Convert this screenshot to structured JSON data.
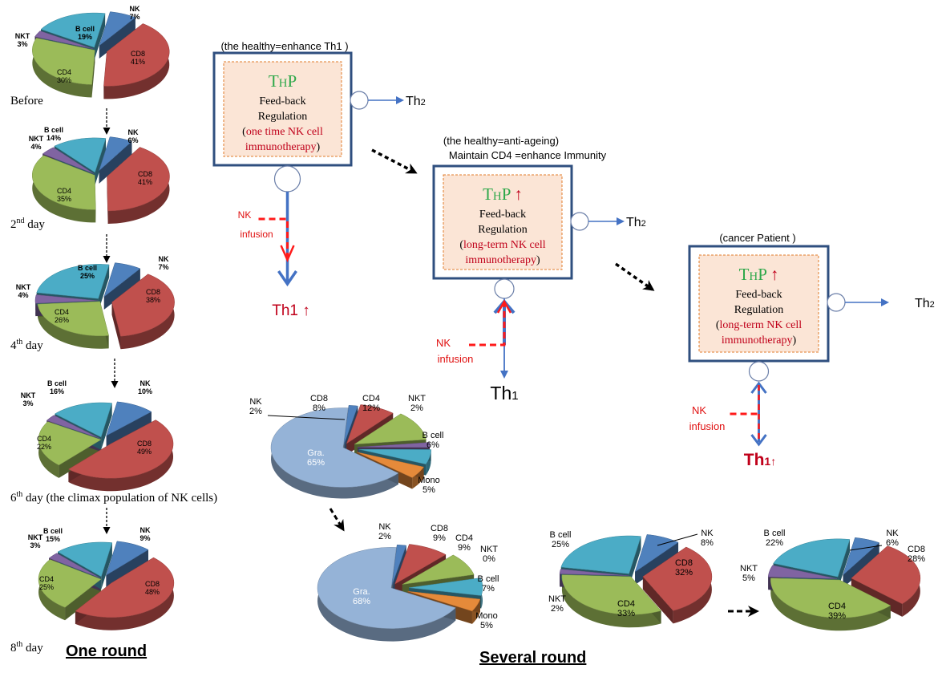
{
  "colors": {
    "cd8": "#c0504d",
    "cd4": "#9bbb59",
    "nkt": "#8064a2",
    "bcell": "#4bacc6",
    "nk": "#4f81bd",
    "gra": "#95b3d7",
    "mono": "#e58a3a",
    "box_border": "#2f4f7f",
    "inner_fill": "#fbe5d6",
    "inner_border": "#e07b2a",
    "thp_green": "#2ea84a",
    "dark_red": "#c0001a",
    "arrow_blue": "#4472c4",
    "dash_red": "#ff1a1a"
  },
  "one_round": {
    "title": "One round",
    "pies": [
      {
        "day": "Before",
        "slices": [
          {
            "key": "cd8",
            "label": "CD8",
            "pct": "41%",
            "value": 41
          },
          {
            "key": "cd4",
            "label": "CD4",
            "pct": "30%",
            "value": 30
          },
          {
            "key": "nkt",
            "label": "NKT",
            "pct": "3%",
            "value": 3
          },
          {
            "key": "bcell",
            "label": "B cell",
            "pct": "19%",
            "value": 19
          },
          {
            "key": "nk",
            "label": "NK",
            "pct": "7%",
            "value": 7
          }
        ]
      },
      {
        "day": "2nd day",
        "day_main": "2",
        "day_sup": "nd",
        "day_rest": " day",
        "slices": [
          {
            "key": "cd8",
            "label": "CD8",
            "pct": "41%",
            "value": 41
          },
          {
            "key": "cd4",
            "label": "CD4",
            "pct": "35%",
            "value": 35
          },
          {
            "key": "nkt",
            "label": "NKT",
            "pct": "4%",
            "value": 4
          },
          {
            "key": "bcell",
            "label": "B cell",
            "pct": "14%",
            "value": 14
          },
          {
            "key": "nk",
            "label": "NK",
            "pct": "6%",
            "value": 6
          }
        ]
      },
      {
        "day": "4th day",
        "day_main": "4",
        "day_sup": "th",
        "day_rest": " day",
        "slices": [
          {
            "key": "cd8",
            "label": "CD8",
            "pct": "38%",
            "value": 38
          },
          {
            "key": "cd4",
            "label": "CD4",
            "pct": "26%",
            "value": 26
          },
          {
            "key": "nkt",
            "label": "NKT",
            "pct": "4%",
            "value": 4
          },
          {
            "key": "bcell",
            "label": "B cell",
            "pct": "25%",
            "value": 25
          },
          {
            "key": "nk",
            "label": "NK",
            "pct": "7%",
            "value": 7
          }
        ]
      },
      {
        "day": "6th day (the climax population of NK cells)",
        "day_main": "6",
        "day_sup": "th",
        "day_rest": " day (the climax population of NK cells)",
        "slices": [
          {
            "key": "cd8",
            "label": "CD8",
            "pct": "49%",
            "value": 49
          },
          {
            "key": "cd4",
            "label": "CD4",
            "pct": "22%",
            "value": 22
          },
          {
            "key": "nkt",
            "label": "NKT",
            "pct": "3%",
            "value": 3
          },
          {
            "key": "bcell",
            "label": "B cell",
            "pct": "16%",
            "value": 16
          },
          {
            "key": "nk",
            "label": "NK",
            "pct": "10%",
            "value": 10
          }
        ]
      },
      {
        "day": "8th day",
        "day_main": "8",
        "day_sup": "th",
        "day_rest": " day",
        "slices": [
          {
            "key": "cd8",
            "label": "CD8",
            "pct": "48%",
            "value": 48
          },
          {
            "key": "cd4",
            "label": "CD4",
            "pct": "25%",
            "value": 25
          },
          {
            "key": "nkt",
            "label": "NKT",
            "pct": "3%",
            "value": 3
          },
          {
            "key": "bcell",
            "label": "B cell",
            "pct": "15%",
            "value": 15
          },
          {
            "key": "nk",
            "label": "NK",
            "pct": "9%",
            "value": 9
          }
        ]
      }
    ]
  },
  "several_round": {
    "title": "Several round",
    "pie_a": [
      {
        "key": "gra",
        "label": "Gra.",
        "pct": "65%",
        "value": 65
      },
      {
        "key": "nk",
        "label": "NK",
        "pct": "2%",
        "value": 2
      },
      {
        "key": "cd8",
        "label": "CD8",
        "pct": "8%",
        "value": 8
      },
      {
        "key": "cd4",
        "label": "CD4",
        "pct": "12%",
        "value": 12
      },
      {
        "key": "nkt",
        "label": "NKT",
        "pct": "2%",
        "value": 2
      },
      {
        "key": "bcell",
        "label": "B cell",
        "pct": "6%",
        "value": 6
      },
      {
        "key": "mono",
        "label": "Mono",
        "pct": "5%",
        "value": 5
      }
    ],
    "pie_b": [
      {
        "key": "gra",
        "label": "Gra.",
        "pct": "68%",
        "value": 68
      },
      {
        "key": "nk",
        "label": "NK",
        "pct": "2%",
        "value": 2
      },
      {
        "key": "cd8",
        "label": "CD8",
        "pct": "9%",
        "value": 9
      },
      {
        "key": "cd4",
        "label": "CD4",
        "pct": "9%",
        "value": 9
      },
      {
        "key": "nkt",
        "label": "NKT",
        "pct": "0%",
        "value": 0
      },
      {
        "key": "bcell",
        "label": "B cell",
        "pct": "7%",
        "value": 7
      },
      {
        "key": "mono",
        "label": "Mono",
        "pct": "5%",
        "value": 5
      }
    ],
    "pie_c": [
      {
        "key": "cd8",
        "label": "CD8",
        "pct": "32%",
        "value": 32
      },
      {
        "key": "cd4",
        "label": "CD4",
        "pct": "33%",
        "value": 33
      },
      {
        "key": "nkt",
        "label": "NKT",
        "pct": "2%",
        "value": 2
      },
      {
        "key": "bcell",
        "label": "B cell",
        "pct": "25%",
        "value": 25
      },
      {
        "key": "nk",
        "label": "NK",
        "pct": "8%",
        "value": 8
      }
    ],
    "pie_d": [
      {
        "key": "cd8",
        "label": "CD8",
        "pct": "28%",
        "value": 28
      },
      {
        "key": "cd4",
        "label": "CD4",
        "pct": "39%",
        "value": 39
      },
      {
        "key": "nkt",
        "label": "NKT",
        "pct": "5%",
        "value": 5
      },
      {
        "key": "bcell",
        "label": "B cell",
        "pct": "22%",
        "value": 22
      },
      {
        "key": "nk",
        "label": "NK",
        "pct": "6%",
        "value": 6
      }
    ]
  },
  "panels": [
    {
      "caption": "(the healthy=enhance Th1 )",
      "caption2": "",
      "thp": "THP",
      "thp_up": false,
      "line1": "Feed-back",
      "line2": "Regulation",
      "line3": "one time NK cell",
      "line4": "immunotherapy",
      "th2": "Th2",
      "nk_label1": "NK",
      "nk_label2": "infusion",
      "th1": "Th1 ↑"
    },
    {
      "caption": "(the healthy=anti-ageing)",
      "caption2": "Maintain CD4 =enhance Immunity",
      "thp": "THP",
      "thp_up": true,
      "line1": "Feed-back",
      "line2": "Regulation",
      "line3": "long-term NK cell",
      "line4": "immunotherapy",
      "th2": "Th2",
      "nk_label1": "NK",
      "nk_label2": "infusion",
      "th1": "Th1"
    },
    {
      "caption": "(cancer Patient )",
      "caption2": "",
      "thp": "THP",
      "thp_up": true,
      "line1": "Feed-back",
      "line2": "Regulation",
      "line3": "long-term NK cell",
      "line4": "immunotherapy",
      "th2": "Th2",
      "nk_label1": "NK",
      "nk_label2": "infusion",
      "th1": "Th1↑"
    }
  ]
}
